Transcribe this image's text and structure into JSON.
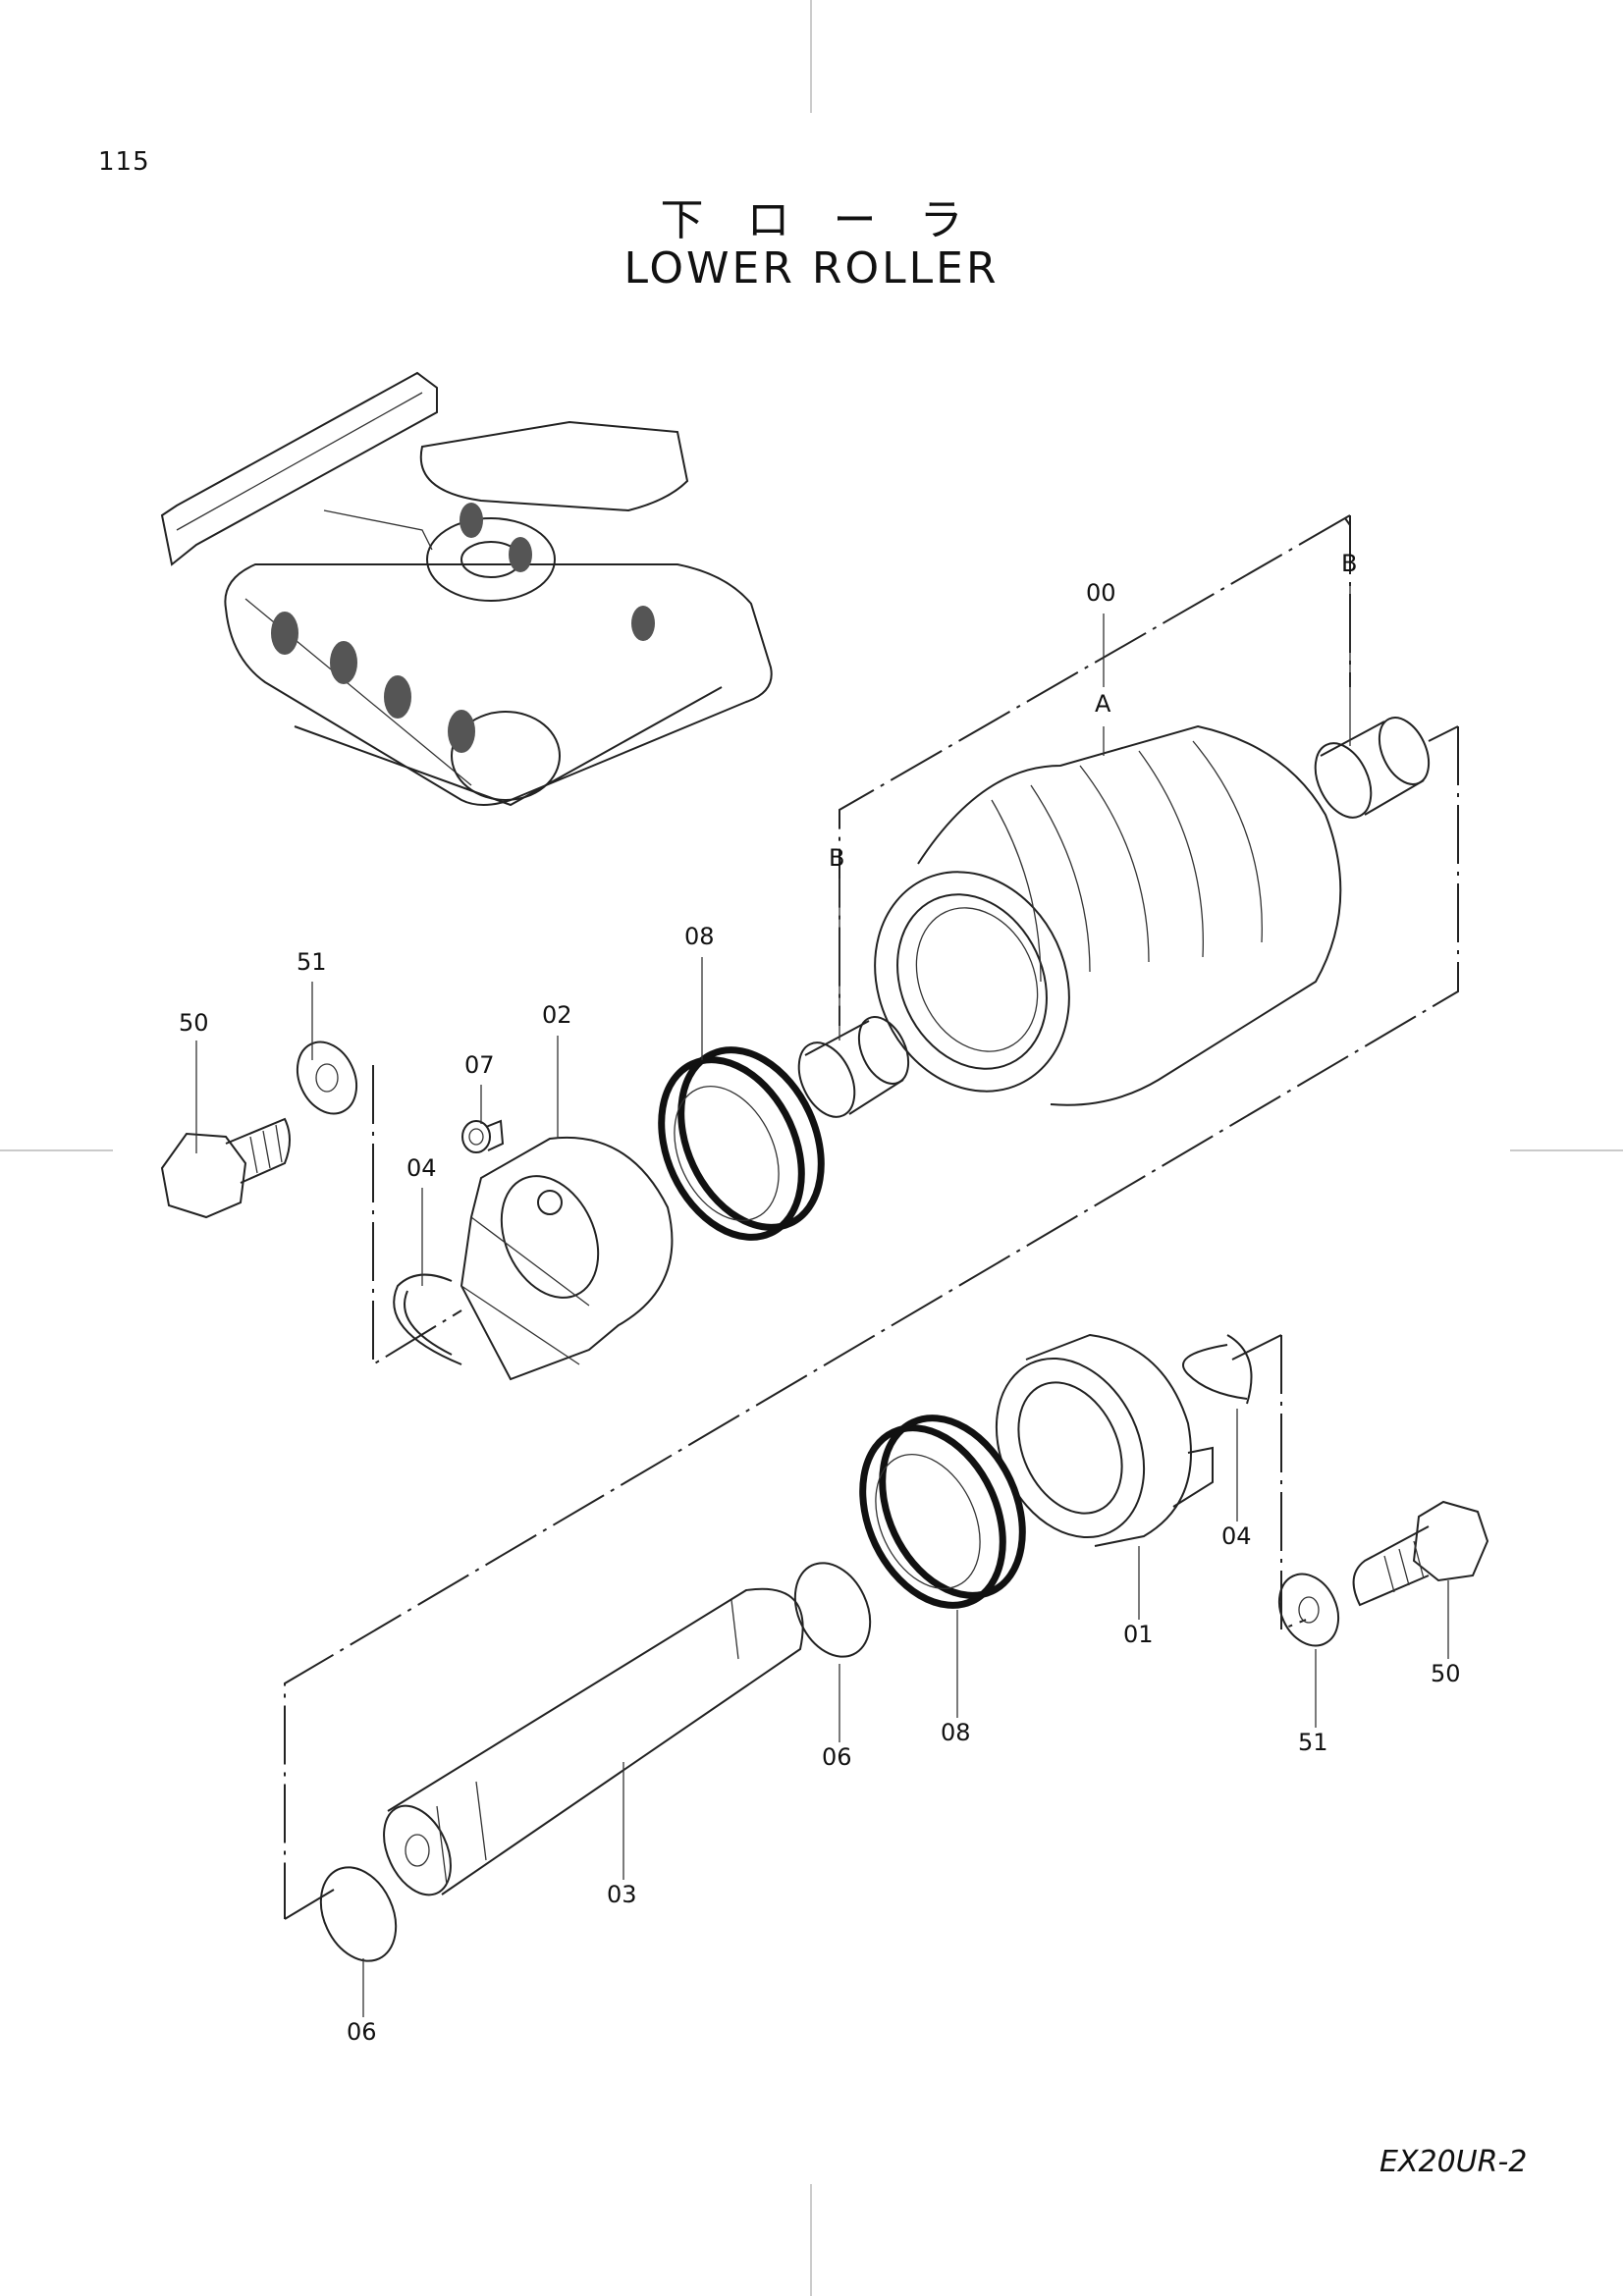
{
  "page_number": "115",
  "title_jp": "下ローラ",
  "title_en": "LOWER ROLLER",
  "model": "EX20UR-2",
  "callouts": {
    "c00": "00",
    "cA": "A",
    "cB1": "B",
    "cB2": "B",
    "c50a": "50",
    "c51a": "51",
    "c02": "02",
    "c07": "07",
    "c08a": "08",
    "c04a": "04",
    "c01": "01",
    "c04b": "04",
    "c50b": "50",
    "c51b": "51",
    "c08b": "08",
    "c06a": "06",
    "c03": "03",
    "c06b": "06"
  }
}
